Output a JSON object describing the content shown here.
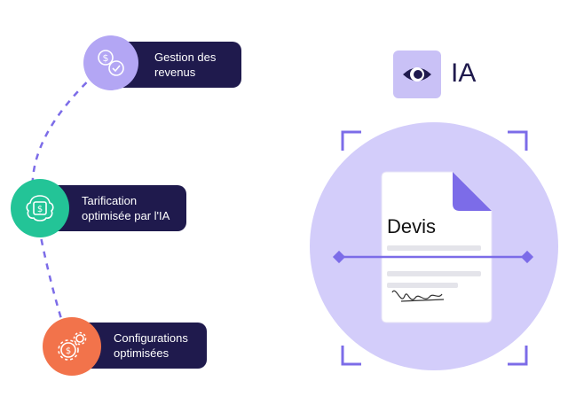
{
  "features": [
    {
      "label_line1": "Gestion des",
      "label_line2": "revenus",
      "icon": "revenue-icon",
      "color": "#b3a6f4"
    },
    {
      "label_line1": "Tarification",
      "label_line2": "optimisée par l'IA",
      "icon": "ai-pricing-icon",
      "color": "#23c497"
    },
    {
      "label_line1": "Configurations",
      "label_line2": "optimisées",
      "icon": "settings-dollar-icon",
      "color": "#f2734b"
    }
  ],
  "ia_badge": {
    "label": "IA",
    "icon": "eye-icon"
  },
  "document": {
    "title": "Devis",
    "icon": "signature-icon"
  },
  "colors": {
    "dark": "#1f1a4d",
    "lavender": "#d3cdfa",
    "purple": "#7c6ce8"
  }
}
